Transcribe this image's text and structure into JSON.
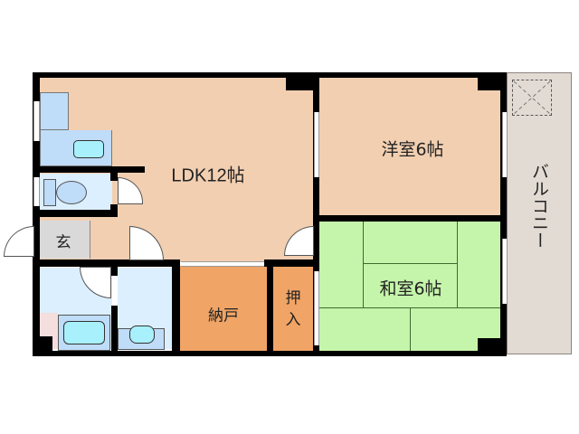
{
  "floorplan": {
    "rooms": {
      "ldk": {
        "label": "LDK12帖",
        "color": "#f2cfb1"
      },
      "western": {
        "label": "洋室6帖",
        "color": "#f2cfb1"
      },
      "japanese": {
        "label": "和室6帖",
        "color": "#c5f5aa"
      },
      "storage": {
        "label": "納戸",
        "color": "#f0a466"
      },
      "closet": {
        "label_line1": "押",
        "label_line2": "入",
        "color": "#f0a466"
      },
      "entrance": {
        "label": "玄",
        "color": "#d9d9d9"
      },
      "balcony": {
        "label": "バルコニー",
        "color": "#e2dbd3"
      },
      "bath_area": {
        "color": "#dcefff"
      },
      "fixture": {
        "color": "#bfdcf8"
      },
      "tub": {
        "color": "#a8f0fb"
      }
    },
    "colors": {
      "wall": "#000000",
      "tatami_line": "#2b5a1f"
    }
  }
}
